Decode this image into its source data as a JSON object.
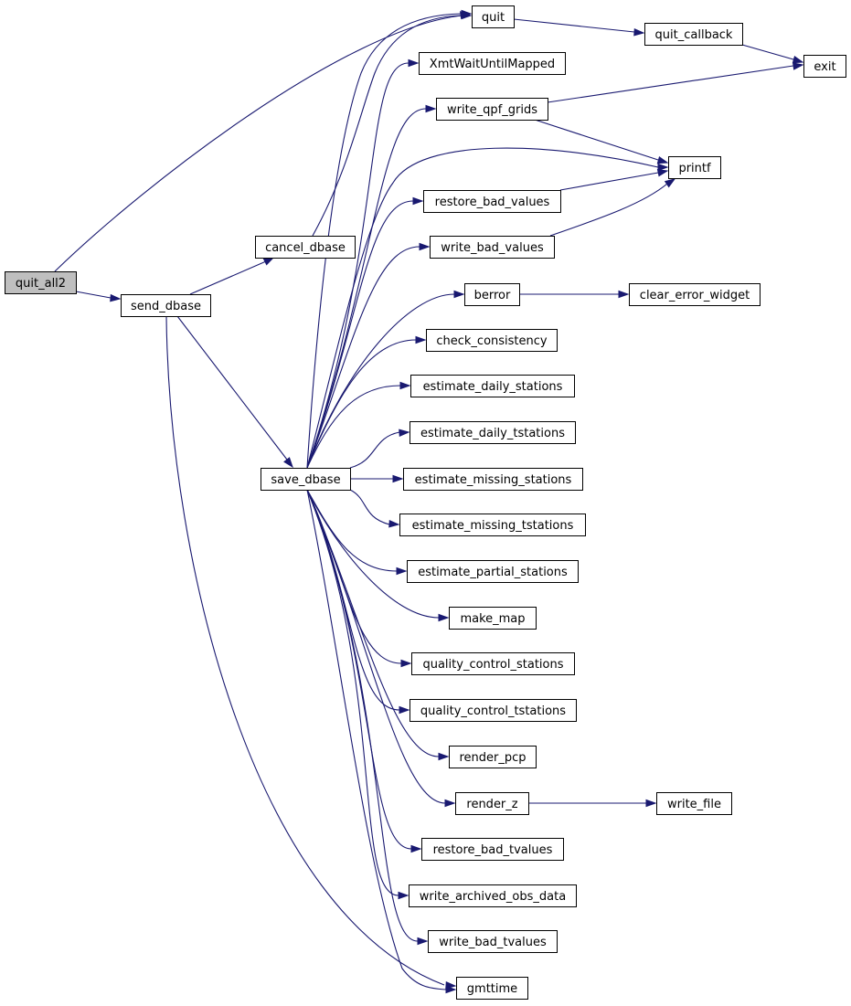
{
  "graph": {
    "root": "quit_all2",
    "colors": {
      "edge": "#191970",
      "root_fill": "#bfbfbf",
      "node_fill": "#ffffff",
      "node_border": "#000000"
    },
    "nodes": [
      {
        "id": "quit_all2",
        "label": "quit_all2"
      },
      {
        "id": "send_dbase",
        "label": "send_dbase"
      },
      {
        "id": "cancel_dbase",
        "label": "cancel_dbase"
      },
      {
        "id": "save_dbase",
        "label": "save_dbase"
      },
      {
        "id": "quit",
        "label": "quit"
      },
      {
        "id": "quit_callback",
        "label": "quit_callback"
      },
      {
        "id": "exit",
        "label": "exit"
      },
      {
        "id": "XmtWaitUntilMapped",
        "label": "XmtWaitUntilMapped"
      },
      {
        "id": "write_qpf_grids",
        "label": "write_qpf_grids"
      },
      {
        "id": "printf",
        "label": "printf"
      },
      {
        "id": "restore_bad_values",
        "label": "restore_bad_values"
      },
      {
        "id": "write_bad_values",
        "label": "write_bad_values"
      },
      {
        "id": "berror",
        "label": "berror"
      },
      {
        "id": "clear_error_widget",
        "label": "clear_error_widget"
      },
      {
        "id": "check_consistency",
        "label": "check_consistency"
      },
      {
        "id": "estimate_daily_stations",
        "label": "estimate_daily_stations"
      },
      {
        "id": "estimate_daily_tstations",
        "label": "estimate_daily_tstations"
      },
      {
        "id": "estimate_missing_stations",
        "label": "estimate_missing_stations"
      },
      {
        "id": "estimate_missing_tstations",
        "label": "estimate_missing_tstations"
      },
      {
        "id": "estimate_partial_stations",
        "label": "estimate_partial_stations"
      },
      {
        "id": "make_map",
        "label": "make_map"
      },
      {
        "id": "quality_control_stations",
        "label": "quality_control_stations"
      },
      {
        "id": "quality_control_tstations",
        "label": "quality_control_tstations"
      },
      {
        "id": "render_pcp",
        "label": "render_pcp"
      },
      {
        "id": "render_z",
        "label": "render_z"
      },
      {
        "id": "write_file",
        "label": "write_file"
      },
      {
        "id": "restore_bad_tvalues",
        "label": "restore_bad_tvalues"
      },
      {
        "id": "write_archived_obs_data",
        "label": "write_archived_obs_data"
      },
      {
        "id": "write_bad_tvalues",
        "label": "write_bad_tvalues"
      },
      {
        "id": "gmttime",
        "label": "gmttime"
      }
    ],
    "edges": [
      [
        "quit_all2",
        "quit"
      ],
      [
        "quit_all2",
        "send_dbase"
      ],
      [
        "send_dbase",
        "cancel_dbase"
      ],
      [
        "send_dbase",
        "save_dbase"
      ],
      [
        "send_dbase",
        "gmttime"
      ],
      [
        "cancel_dbase",
        "quit"
      ],
      [
        "quit",
        "quit_callback"
      ],
      [
        "quit_callback",
        "exit"
      ],
      [
        "write_qpf_grids",
        "exit"
      ],
      [
        "write_qpf_grids",
        "printf"
      ],
      [
        "restore_bad_values",
        "printf"
      ],
      [
        "write_bad_values",
        "printf"
      ],
      [
        "berror",
        "clear_error_widget"
      ],
      [
        "render_z",
        "write_file"
      ],
      [
        "save_dbase",
        "quit"
      ],
      [
        "save_dbase",
        "XmtWaitUntilMapped"
      ],
      [
        "save_dbase",
        "write_qpf_grids"
      ],
      [
        "save_dbase",
        "printf"
      ],
      [
        "save_dbase",
        "restore_bad_values"
      ],
      [
        "save_dbase",
        "write_bad_values"
      ],
      [
        "save_dbase",
        "berror"
      ],
      [
        "save_dbase",
        "check_consistency"
      ],
      [
        "save_dbase",
        "estimate_daily_stations"
      ],
      [
        "save_dbase",
        "estimate_daily_tstations"
      ],
      [
        "save_dbase",
        "estimate_missing_stations"
      ],
      [
        "save_dbase",
        "estimate_missing_tstations"
      ],
      [
        "save_dbase",
        "estimate_partial_stations"
      ],
      [
        "save_dbase",
        "make_map"
      ],
      [
        "save_dbase",
        "quality_control_stations"
      ],
      [
        "save_dbase",
        "quality_control_tstations"
      ],
      [
        "save_dbase",
        "render_pcp"
      ],
      [
        "save_dbase",
        "render_z"
      ],
      [
        "save_dbase",
        "restore_bad_tvalues"
      ],
      [
        "save_dbase",
        "write_archived_obs_data"
      ],
      [
        "save_dbase",
        "write_bad_tvalues"
      ],
      [
        "save_dbase",
        "gmttime"
      ]
    ]
  }
}
